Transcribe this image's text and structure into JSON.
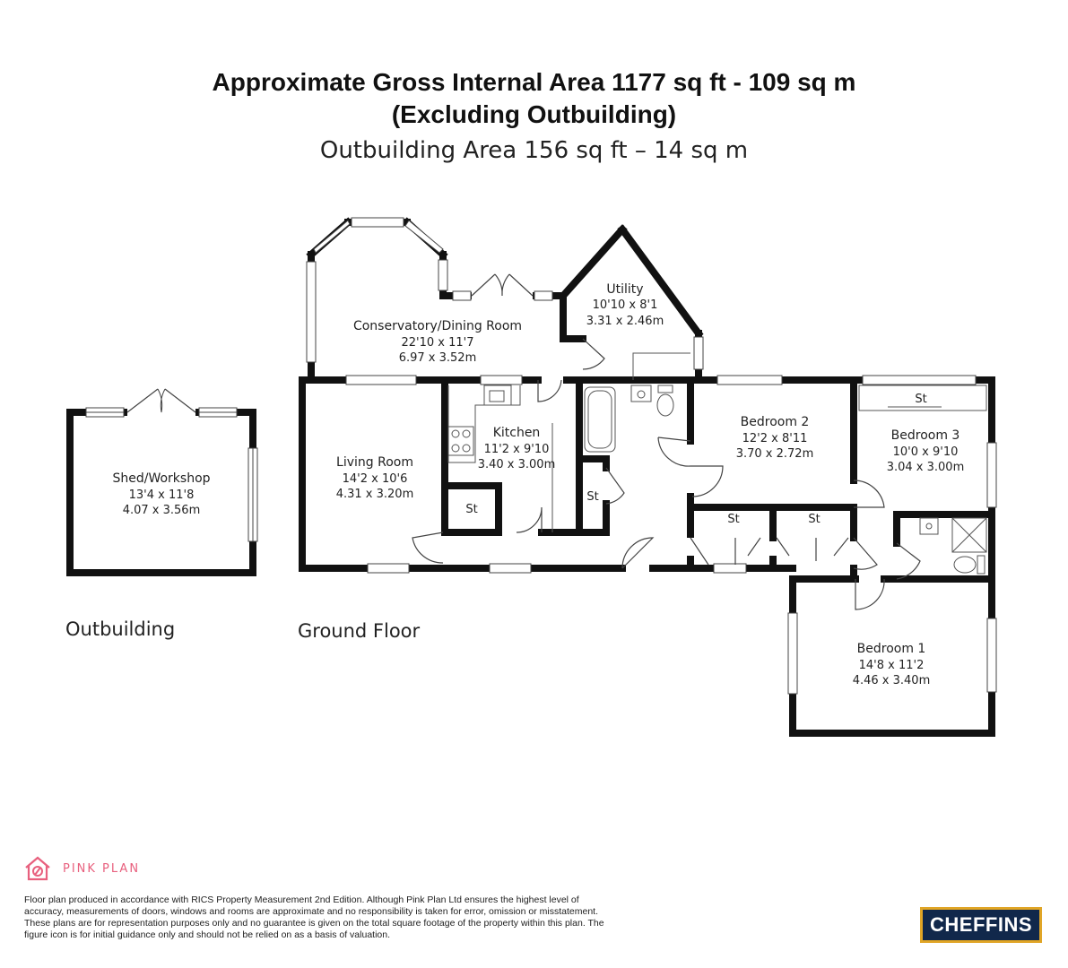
{
  "header": {
    "line1": "Approximate Gross Internal Area 1177 sq ft - 109 sq m",
    "line2": "(Excluding Outbuilding)",
    "line3": "Outbuilding Area 156 sq ft – 14 sq m"
  },
  "rooms": {
    "conservatory": {
      "name": "Conservatory/Dining Room",
      "imperial": "22'10 x 11'7",
      "metric": "6.97 x 3.52m"
    },
    "utility": {
      "name": "Utility",
      "imperial": "10'10 x 8'1",
      "metric": "3.31 x 2.46m"
    },
    "living": {
      "name": "Living Room",
      "imperial": "14'2 x 10'6",
      "metric": "4.31 x 3.20m"
    },
    "kitchen": {
      "name": "Kitchen",
      "imperial": "11'2 x 9'10",
      "metric": "3.40 x 3.00m"
    },
    "bedroom2": {
      "name": "Bedroom 2",
      "imperial": "12'2 x 8'11",
      "metric": "3.70 x 2.72m"
    },
    "bedroom3": {
      "name": "Bedroom 3",
      "imperial": "10'0 x 9'10",
      "metric": "3.04 x 3.00m"
    },
    "bedroom1": {
      "name": "Bedroom 1",
      "imperial": "14'8 x 11'2",
      "metric": "4.46 x 3.40m"
    },
    "shed": {
      "name": "Shed/Workshop",
      "imperial": "13'4 x 11'8",
      "metric": "4.07 x 3.56m"
    }
  },
  "storage_label": "St",
  "floors": {
    "ground": "Ground Floor",
    "outbuilding": "Outbuilding"
  },
  "brand": {
    "name": "PINK PLAN",
    "icon": "house-logo-icon",
    "color": "#e8607e"
  },
  "disclaimer": "Floor plan produced in accordance with RICS Property Measurement 2nd Edition. Although Pink Plan Ltd ensures the highest level of accuracy, measurements of doors, windows and rooms are approximate and no responsibility is taken for error, omission or misstatement. These plans are for representation purposes only and no guarantee is given on the total square footage of the property within this plan. The figure icon is for initial guidance only and should not be relied on as a basis of valuation.",
  "agent": {
    "name": "CHEFFINS",
    "bg": "#11284b",
    "border": "#e0a526"
  },
  "colors": {
    "wall": "#111111",
    "window": "#ffffff",
    "line": "#444444"
  }
}
